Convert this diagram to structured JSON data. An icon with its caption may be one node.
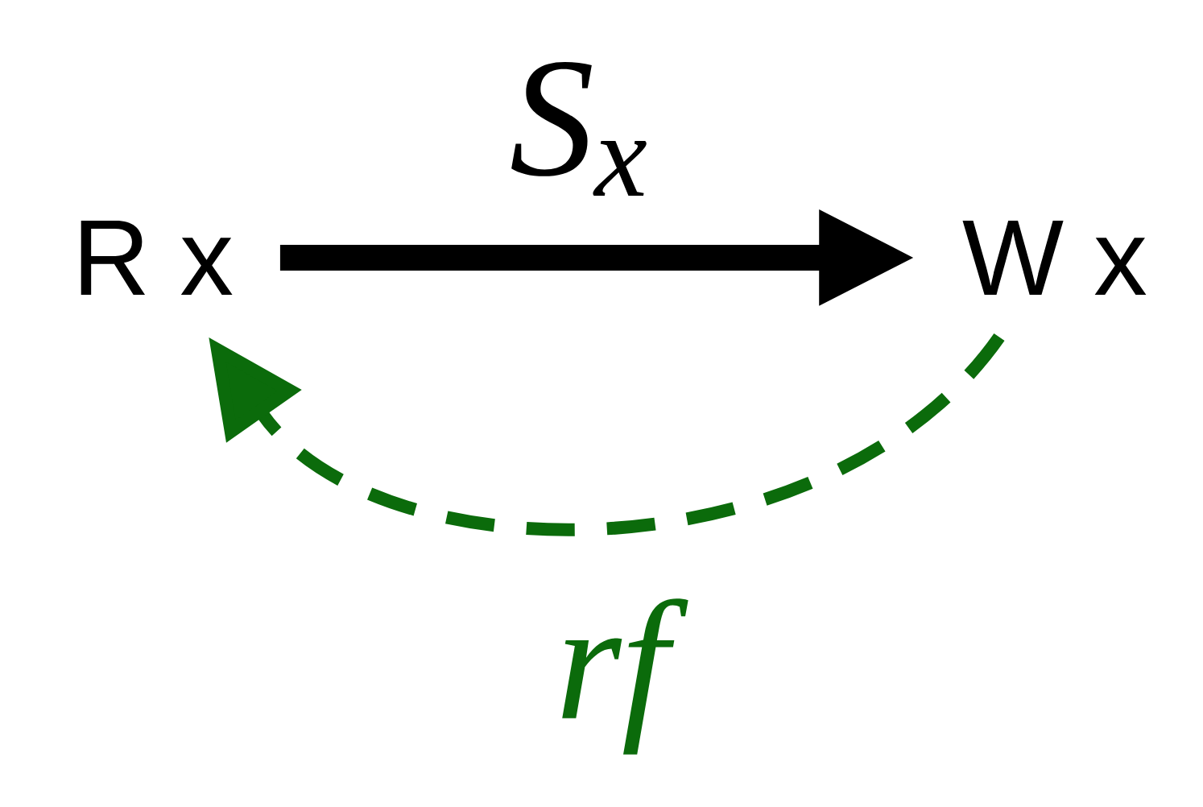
{
  "diagram": {
    "nodes": [
      {
        "text": [
          "R x"
        ]
      },
      {
        "text": [
          "W x"
        ]
      }
    ],
    "edges": [
      {
        "from": 0,
        "to": 1,
        "arrow": "to",
        "label": "*S*$_{x}$",
        "style": "thick"
      },
      {
        "from": 1,
        "to": 0,
        "arrow": "to",
        "label": "rf",
        "style": "dashed",
        "color": "#0b6b0b"
      }
    ]
  }
}
